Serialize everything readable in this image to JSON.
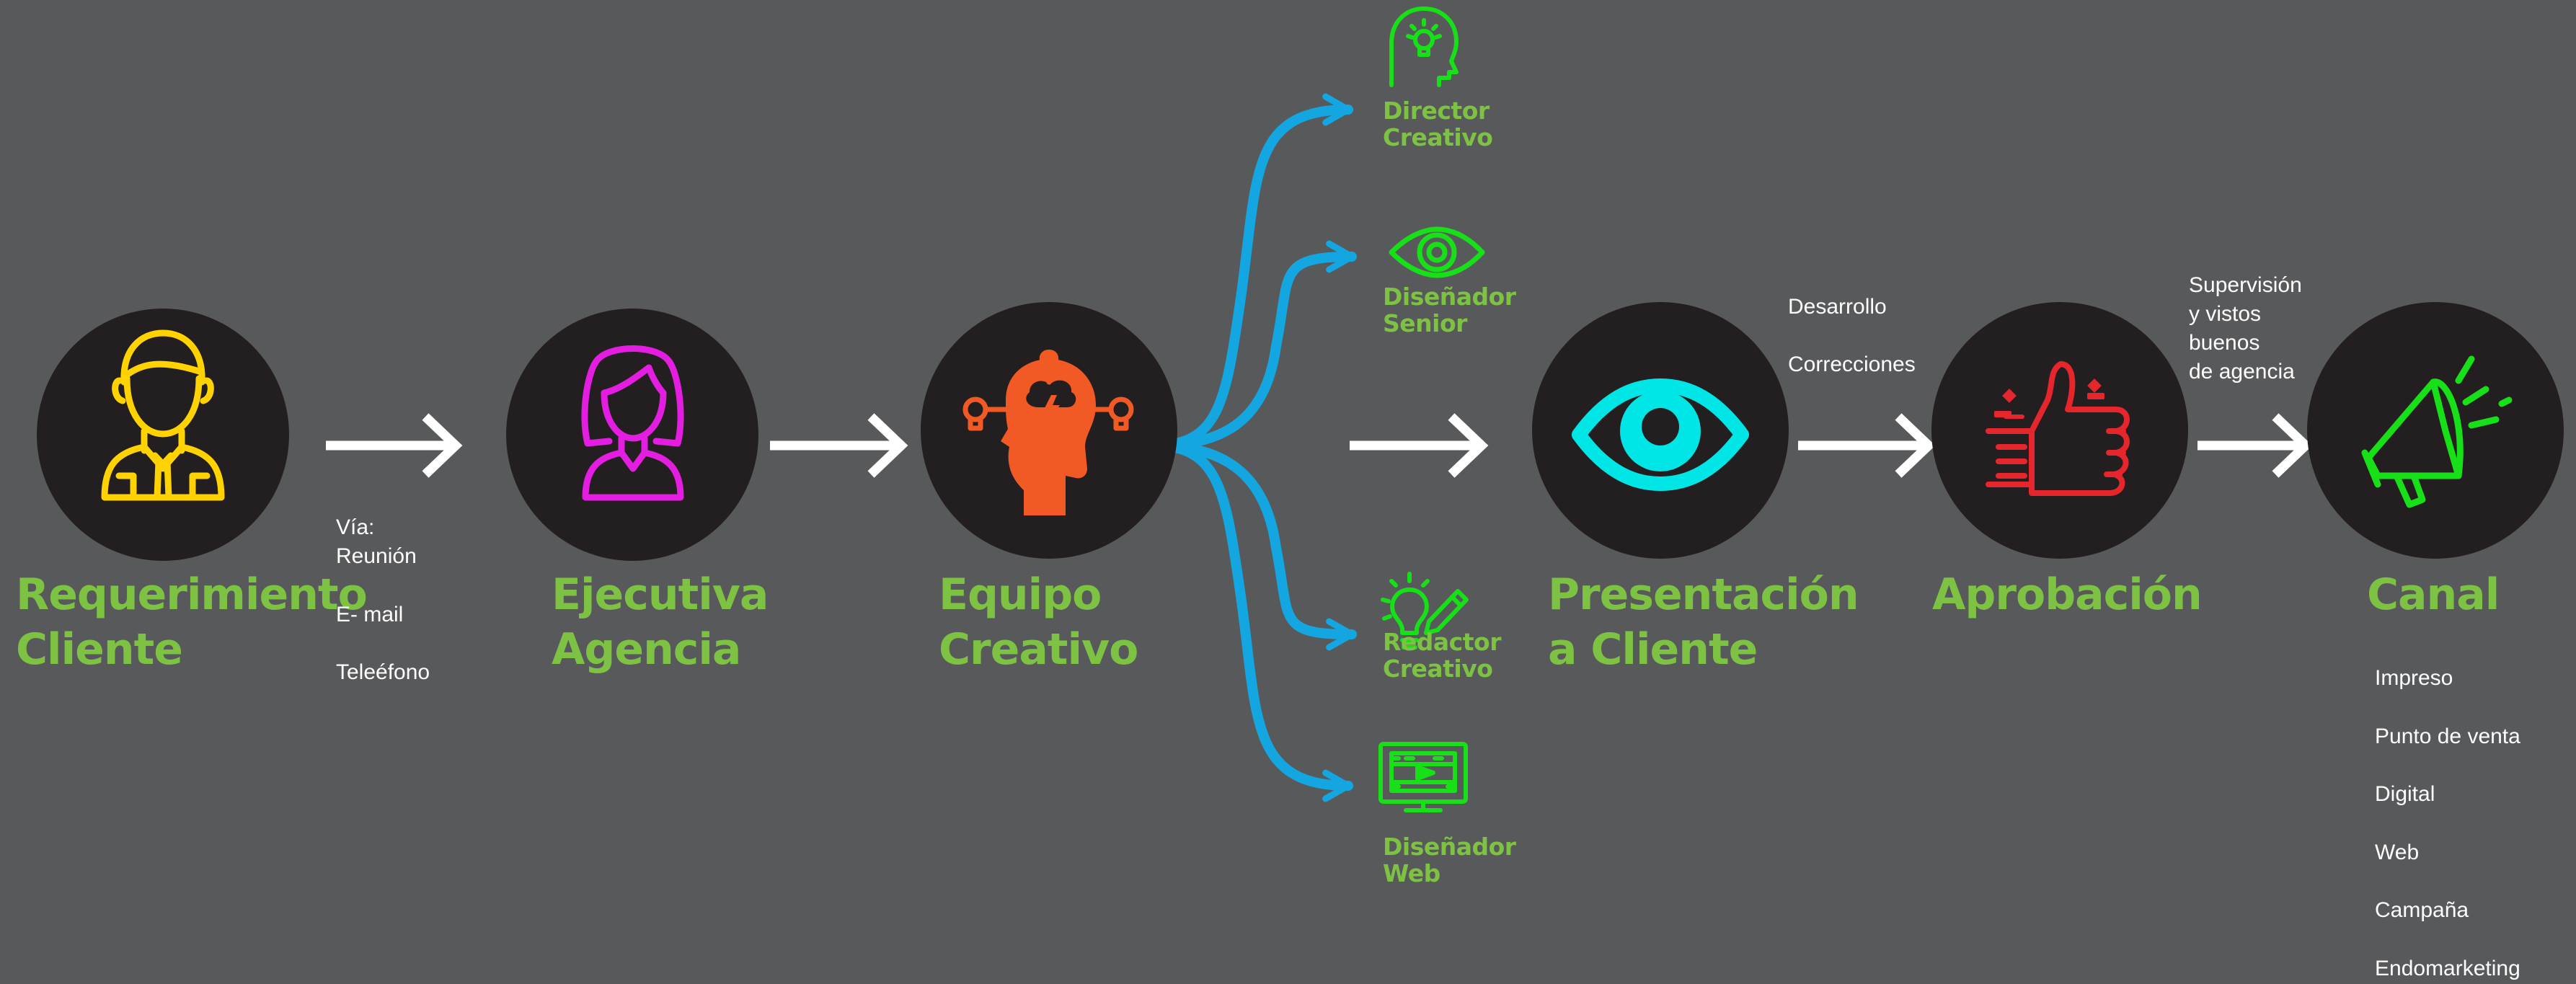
{
  "colors": {
    "background": "#58595b",
    "circle": "#231f20",
    "label_green": "#7dc242",
    "arrow_white": "#ffffff",
    "branch_blue": "#14a6e0",
    "client_icon": "#ffd200",
    "executive_icon": "#e41ee0",
    "team_icon": "#f15a24",
    "presentation_icon": "#00e5e5",
    "approval_icon": "#e5262c",
    "channel_icon": "#18e018",
    "role_icon": "#18e018"
  },
  "steps": {
    "client": {
      "line1": "Requerimiento",
      "line2": "Cliente",
      "icon": "businessman-icon"
    },
    "executive": {
      "line1": "Ejecutiva",
      "line2": "Agencia",
      "icon": "businesswoman-icon"
    },
    "team": {
      "line1": "Equipo",
      "line2": "Creativo",
      "icon": "creative-head-icon"
    },
    "presentation": {
      "line1": "Presentación",
      "line2": "a Cliente",
      "icon": "eye-icon"
    },
    "approval": {
      "line1": "Aprobación",
      "icon": "thumbs-up-icon"
    },
    "channel": {
      "line1": "Canal",
      "icon": "megaphone-icon"
    }
  },
  "roles": {
    "director": {
      "line1": "Director",
      "line2": "Creativo",
      "icon": "idea-head-icon"
    },
    "senior": {
      "line1": "Diseñador",
      "line2": "Senior",
      "icon": "eye-outline-icon"
    },
    "writer": {
      "line1": "Redactor",
      "line2": "Creativo",
      "icon": "bulb-pencil-icon"
    },
    "web": {
      "line1": "Diseñador",
      "line2": "Web",
      "icon": "monitor-play-icon"
    }
  },
  "notes": {
    "contact": [
      "Vía:",
      "Reunión",
      "E- mail",
      "Teleéfono"
    ],
    "development": [
      "Desarrollo",
      "Correcciones"
    ],
    "supervision": [
      "Supervisión",
      "y vistos",
      "buenos",
      "de agencia"
    ],
    "channels": [
      "Impreso",
      "Punto de venta",
      "Digital",
      "Web",
      "Campaña",
      "Endomarketing"
    ]
  }
}
